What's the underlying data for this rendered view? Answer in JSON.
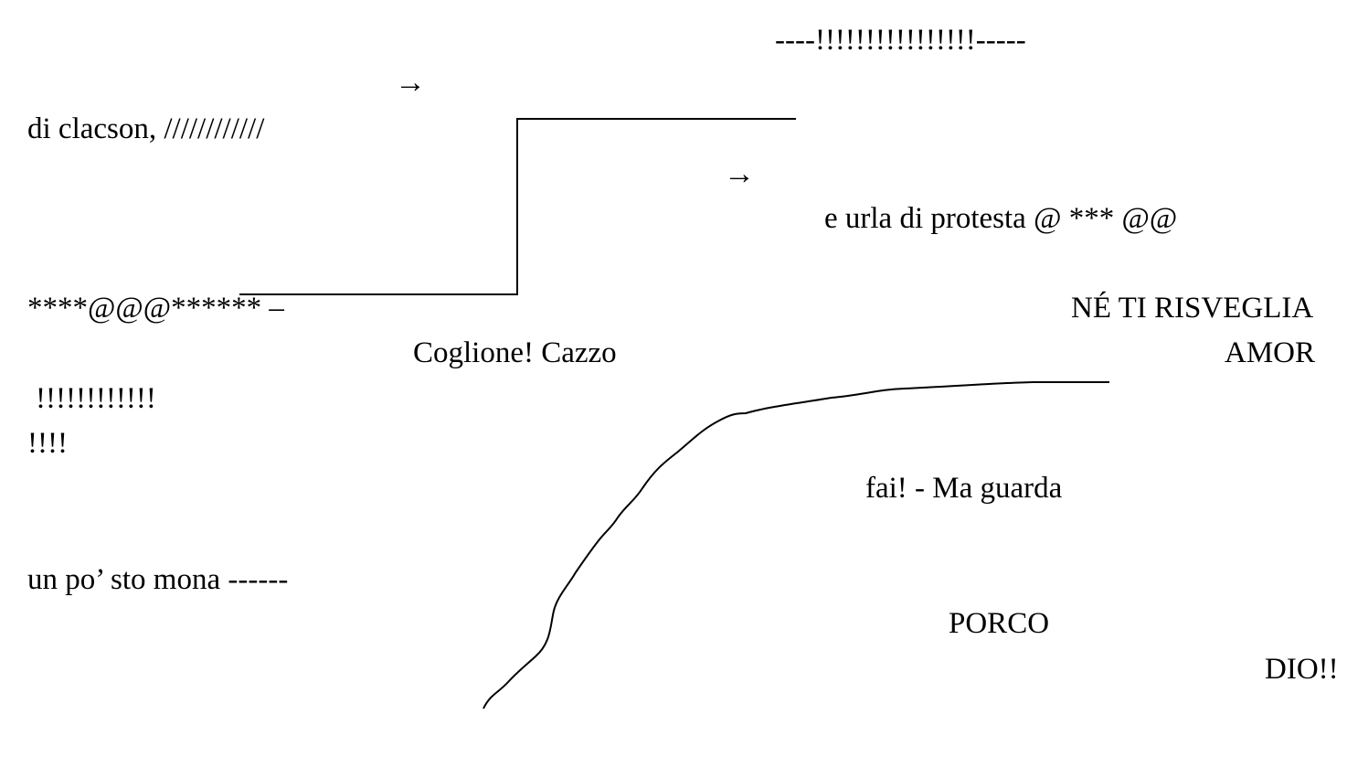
{
  "poem": {
    "line_top": "----!!!!!!!!!!!!!!!!-----",
    "arrow_1": "→",
    "clacson": "di clacson, ////////////",
    "arrow_2": "→",
    "urla": "e urla di protesta @ *** @@",
    "symbols": "****@@@****** –",
    "ne_ti": "NÉ TI RISVEGLIA",
    "coglione": "Coglione! Cazzo",
    "amor": "AMOR",
    "excl_1": "!!!!!!!!!!!!",
    "excl_2": "!!!!",
    "fai": "fai! - Ma guarda",
    "mona": "un po’ sto mona ------",
    "porco": "PORCO",
    "dio": "DIO!!"
  },
  "colors": {
    "text": "#000000",
    "background": "#ffffff"
  }
}
